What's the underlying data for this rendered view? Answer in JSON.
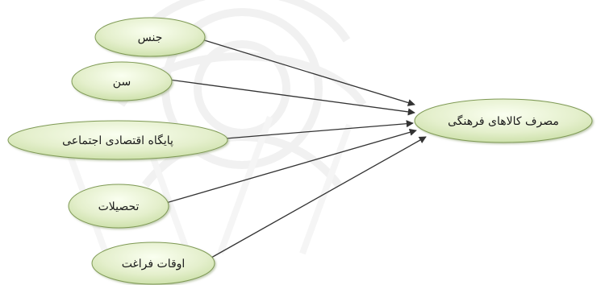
{
  "diagram": {
    "inputs": [
      {
        "id": "gender",
        "label": "جنس"
      },
      {
        "id": "age",
        "label": "سن"
      },
      {
        "id": "socioeconomic-status",
        "label": "پایگاه اقتصادی اجتماعی"
      },
      {
        "id": "education",
        "label": "تحصیلات"
      },
      {
        "id": "leisure-time",
        "label": "اوقات فراغت"
      }
    ],
    "output": {
      "id": "cultural-goods-consumption",
      "label": "مصرف کالاهای فرهنگی"
    },
    "edges": [
      {
        "from": "gender",
        "to": "cultural-goods-consumption"
      },
      {
        "from": "age",
        "to": "cultural-goods-consumption"
      },
      {
        "from": "socioeconomic-status",
        "to": "cultural-goods-consumption"
      },
      {
        "from": "education",
        "to": "cultural-goods-consumption"
      },
      {
        "from": "leisure-time",
        "to": "cultural-goods-consumption"
      }
    ],
    "colors": {
      "node_fill_light": "#fafff0",
      "node_fill_dark": "#c9dea5",
      "node_stroke": "#7f9a55",
      "edge_stroke": "#333333",
      "watermark": "#ececec"
    }
  }
}
